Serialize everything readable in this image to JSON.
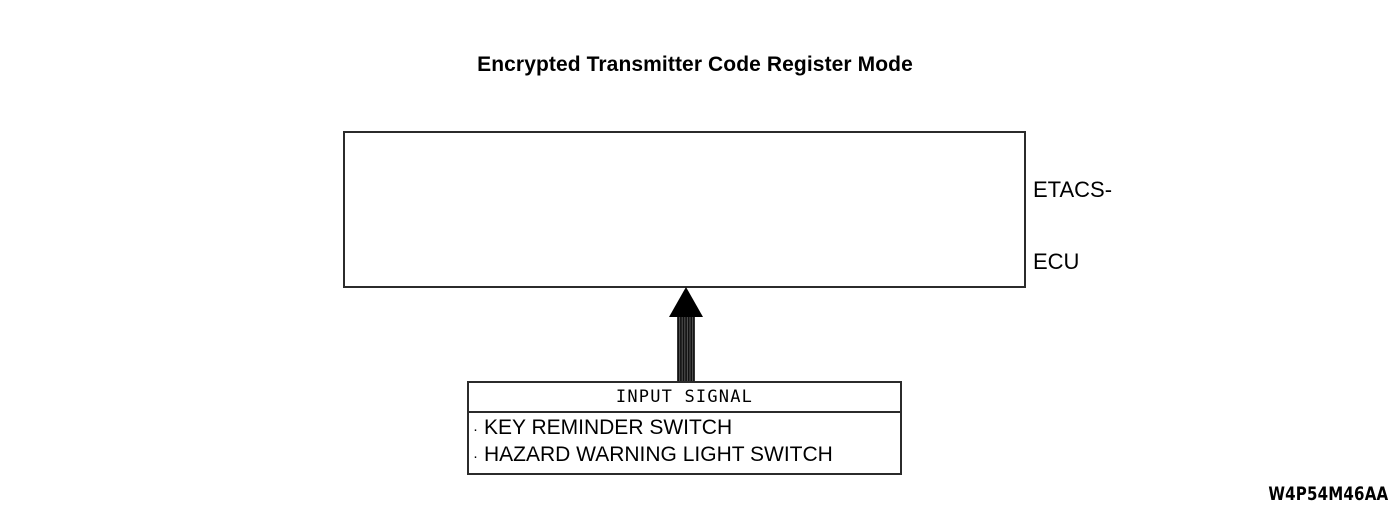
{
  "title": "Encrypted Transmitter Code Register Mode",
  "ecu": {
    "label_line1": "ETACS-",
    "label_line2": "ECU"
  },
  "arrow": {
    "name": "input-signal-arrow",
    "direction": "up",
    "style": "striped-shaft-solid-head"
  },
  "input_signal": {
    "header": "INPUT SIGNAL",
    "bullet": "·",
    "items": [
      "KEY REMINDER SWITCH",
      "HAZARD WARNING LIGHT SWITCH"
    ]
  },
  "footer": {
    "code": "W4P54M46AA"
  },
  "colors": {
    "background": "#ffffff",
    "ink": "#000000",
    "border": "#2b2b2b"
  }
}
